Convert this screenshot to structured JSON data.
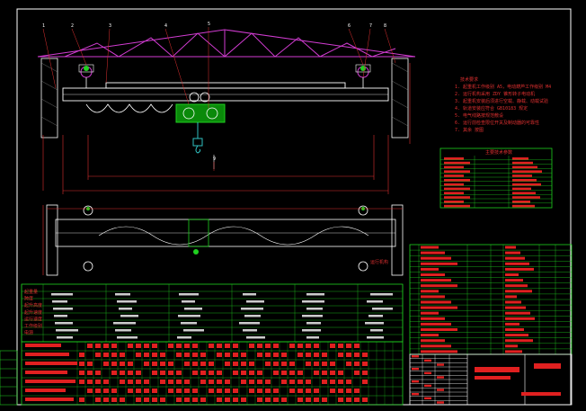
{
  "colors": {
    "background": "#000000",
    "frame": "#ffffff",
    "truss": "#d23cd2",
    "structure": "#ffffff",
    "dimension": "#e03030",
    "grid": "#20d020",
    "note_text": "#e03030",
    "hoist": "#20c020",
    "hook": "#30c0c0",
    "fill_red": "#e02020"
  },
  "elevation": {
    "part_labels": [
      "1",
      "2",
      "3",
      "4",
      "5",
      "6",
      "7",
      "8",
      "9"
    ]
  },
  "notes_block": {
    "title": "技术要求",
    "lines": [
      "1. 起重机工作级别 A5，电动葫芦工作级别 M4",
      "2. 运行机构采用 ZDY 锥形转子电动机",
      "3. 起重机安装后须进行空载、静载、动载试验",
      "4. 轨道安装应符合 GB10183 规定",
      "5. 电气线路按规范敷设",
      "6. 运行前检查限位开关及制动器的可靠性",
      "7. 其余 按图"
    ]
  },
  "perf_table": {
    "title": "主要技术参数",
    "rows": 12
  },
  "plan": {
    "callout": "运行机构"
  },
  "params_table": {
    "header": [
      "起重量",
      "跨度",
      "起升高度",
      "起升速度",
      "运行速度",
      "工作级别",
      "电源"
    ],
    "row_count": 8
  },
  "title_block": {
    "rows": 12
  }
}
